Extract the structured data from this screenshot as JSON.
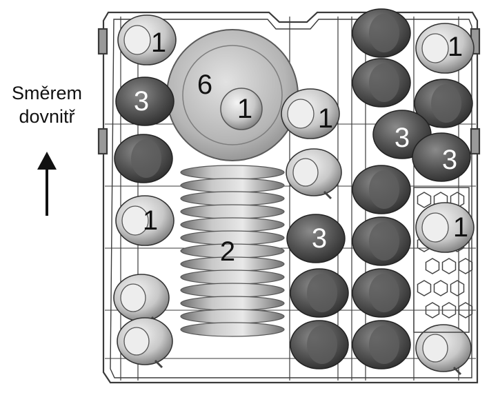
{
  "direction_label": [
    "Směrem",
    "dovnitř"
  ],
  "colors": {
    "line": "#3a3a3a",
    "cup_light": "#d6d6d6",
    "cup_dark": "#4a4a4a",
    "plate": "#bdbdbd",
    "number_on_light": "#111111",
    "number_on_dark": "#ffffff"
  },
  "items": [
    {
      "type": "cup",
      "shade": "light",
      "label": "1"
    },
    {
      "type": "cup",
      "shade": "light",
      "label": "1"
    },
    {
      "type": "cup",
      "shade": "light",
      "label": "1"
    },
    {
      "type": "cup",
      "shade": "light",
      "label": "1"
    },
    {
      "type": "cup",
      "shade": "light",
      "label": "1"
    },
    {
      "type": "plate",
      "shade": "light",
      "label": "6"
    },
    {
      "type": "cup",
      "shade": "light",
      "label": "1"
    },
    {
      "type": "stack",
      "shade": "light",
      "label": "2"
    },
    {
      "type": "glass",
      "shade": "dark",
      "label": "3"
    },
    {
      "type": "glass",
      "shade": "dark",
      "label": "3"
    },
    {
      "type": "glass",
      "shade": "dark",
      "label": "3"
    },
    {
      "type": "glass",
      "shade": "dark",
      "label": "3"
    }
  ]
}
